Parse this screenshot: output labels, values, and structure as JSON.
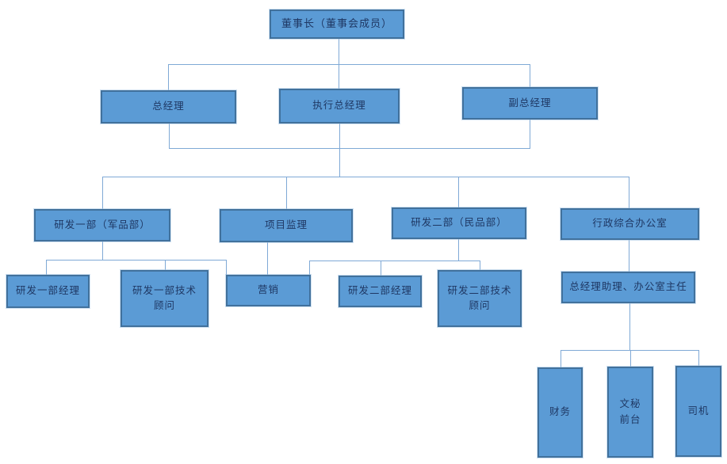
{
  "diagram": {
    "type": "org-chart",
    "background": "#ffffff",
    "colors": {
      "node_fill": "#5b9bd5",
      "node_border": "#41719c",
      "node_text": "#1f3864",
      "connector": "#7fa9d6"
    },
    "nodes": {
      "chairman": {
        "label": "董事长（董事会成员）",
        "level": 1
      },
      "general_manager": {
        "label": "总经理",
        "level": 2
      },
      "executive_gm": {
        "label": "执行总经理",
        "level": 2
      },
      "deputy_gm": {
        "label": "副总经理",
        "level": 2
      },
      "rd1_dept": {
        "label": "研发一部（军品部）",
        "level": 3
      },
      "project_supervision": {
        "label": "项目监理",
        "level": 3
      },
      "rd2_dept": {
        "label": "研发二部（民品部）",
        "level": 3
      },
      "admin_office": {
        "label": "行政综合办公室",
        "level": 3
      },
      "rd1_manager": {
        "label": "研发一部经理",
        "level": 4
      },
      "rd1_tech_advisor": {
        "label": "研发一部技术\n顾问",
        "level": 4
      },
      "marketing": {
        "label": "营销",
        "level": 4
      },
      "rd2_manager": {
        "label": "研发二部经理",
        "level": 4
      },
      "rd2_tech_advisor": {
        "label": "研发二部技术\n顾问",
        "level": 4
      },
      "gm_assistant_office_director": {
        "label": "总经理助理、办公室主任",
        "level": 4
      },
      "finance": {
        "label": "财务",
        "level": 5
      },
      "secretary_front_desk": {
        "label": "文秘\n前台",
        "level": 5
      },
      "driver": {
        "label": "司机",
        "level": 5
      }
    },
    "edges": [
      {
        "from": "chairman",
        "to": "general_manager"
      },
      {
        "from": "chairman",
        "to": "executive_gm"
      },
      {
        "from": "chairman",
        "to": "deputy_gm"
      },
      {
        "from": "executive_tier_bus",
        "to": "rd1_dept"
      },
      {
        "from": "executive_tier_bus",
        "to": "project_supervision"
      },
      {
        "from": "executive_tier_bus",
        "to": "rd2_dept"
      },
      {
        "from": "executive_tier_bus",
        "to": "admin_office"
      },
      {
        "from": "rd1_dept",
        "to": "rd1_manager"
      },
      {
        "from": "rd1_dept",
        "to": "rd1_tech_advisor"
      },
      {
        "from": "project_supervision",
        "to": "marketing"
      },
      {
        "from": "rd2_dept",
        "to": "rd2_manager"
      },
      {
        "from": "rd2_dept",
        "to": "rd2_tech_advisor"
      },
      {
        "from": "admin_office",
        "to": "gm_assistant_office_director"
      },
      {
        "from": "gm_assistant_office_director",
        "to": "finance"
      },
      {
        "from": "gm_assistant_office_director",
        "to": "secretary_front_desk"
      },
      {
        "from": "gm_assistant_office_director",
        "to": "driver"
      }
    ]
  }
}
